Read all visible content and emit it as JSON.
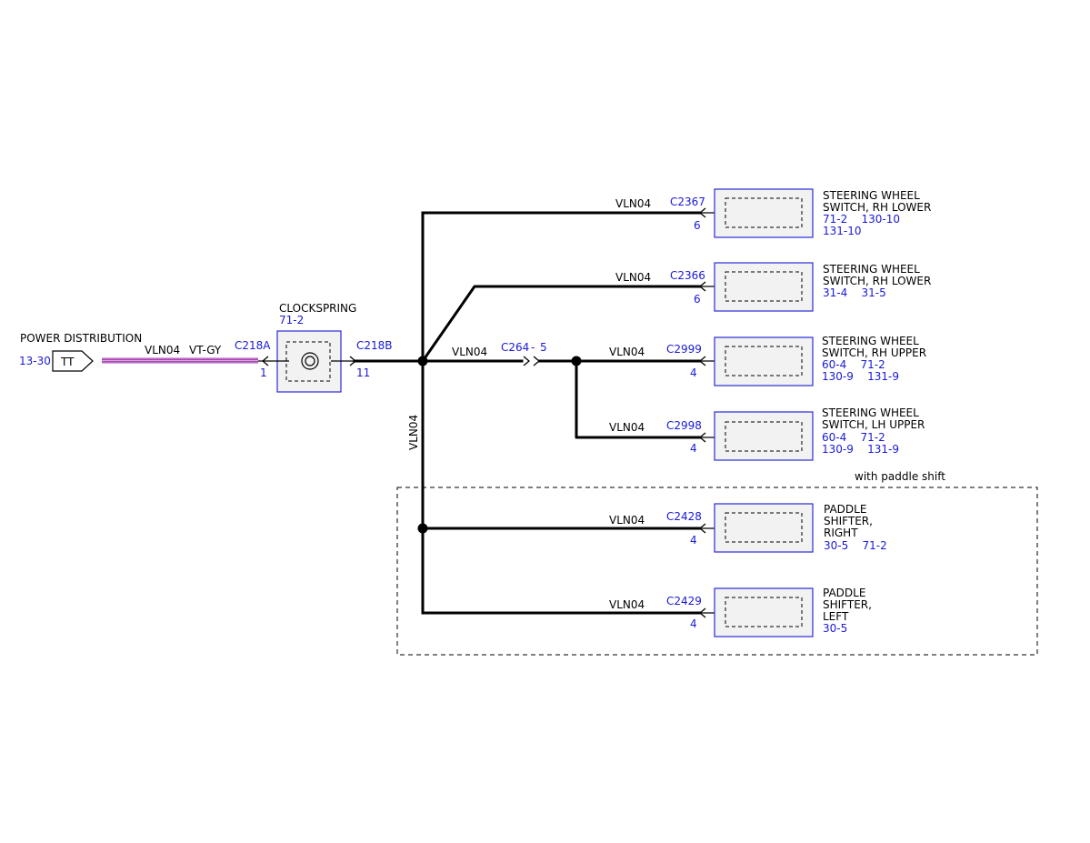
{
  "source": {
    "name": "POWER DISTRIBUTION",
    "ref": "13-30",
    "tag": "TT"
  },
  "main_wire": {
    "circuit": "VLN04",
    "color": "VT-GY"
  },
  "clockspring": {
    "name": "CLOCKSPRING",
    "ref": "71-2",
    "left_connector": "C218A",
    "left_pin": "1",
    "right_connector": "C218B",
    "right_pin": "11"
  },
  "trunk_circuit": "VLN04",
  "inline": {
    "circuit": "VLN04",
    "connector": "C264",
    "pin_sep": "-",
    "pin": "5"
  },
  "branches": [
    {
      "circuit": "VLN04",
      "connector": "C2367",
      "pin": "6",
      "name_lines": [
        "STEERING WHEEL",
        "SWITCH, RH LOWER"
      ],
      "ref_lines": [
        "71-2    130-10",
        "131-10"
      ]
    },
    {
      "circuit": "VLN04",
      "connector": "C2366",
      "pin": "6",
      "name_lines": [
        "STEERING WHEEL",
        "SWITCH, RH LOWER"
      ],
      "ref_lines": [
        "31-4    31-5"
      ]
    },
    {
      "circuit": "VLN04",
      "connector": "C2999",
      "pin": "4",
      "name_lines": [
        "STEERING WHEEL",
        "SWITCH, RH UPPER"
      ],
      "ref_lines": [
        "60-4    71-2",
        "130-9    131-9"
      ]
    },
    {
      "circuit": "VLN04",
      "connector": "C2998",
      "pin": "4",
      "name_lines": [
        "STEERING WHEEL",
        "SWITCH, LH UPPER"
      ],
      "ref_lines": [
        "60-4    71-2",
        "130-9    131-9"
      ]
    },
    {
      "circuit": "VLN04",
      "connector": "C2428",
      "pin": "4",
      "name_lines": [
        "PADDLE",
        "SHIFTER,",
        "RIGHT"
      ],
      "ref_lines": [
        "30-5    71-2"
      ]
    },
    {
      "circuit": "VLN04",
      "connector": "C2429",
      "pin": "4",
      "name_lines": [
        "PADDLE",
        "SHIFTER,",
        "LEFT"
      ],
      "ref_lines": [
        "30-5"
      ]
    }
  ],
  "option_group": {
    "label": "with paddle shift"
  },
  "colors": {
    "reference_blue": "#1a1ad6",
    "box_border": "#2a2ad8",
    "wire_violet": "#b044b8",
    "wire_gray": "#d0b0d8"
  }
}
